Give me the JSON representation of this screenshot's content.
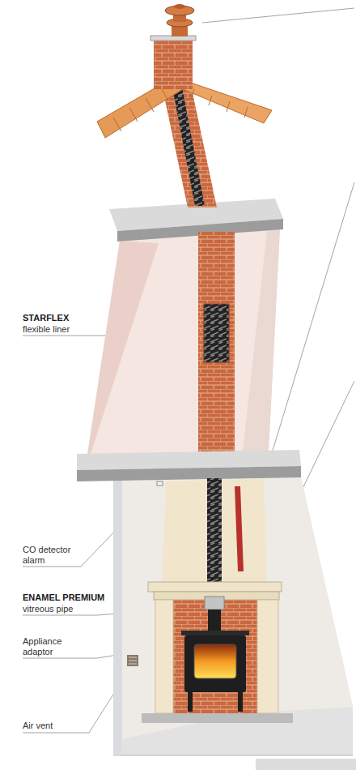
{
  "diagram": {
    "labels": [
      "STARFLEX",
      "flexible liner",
      "CO detector alarm",
      "ENAMEL PREMIUM",
      "vitreous pipe",
      "Appliance adaptor",
      "Air vent"
    ]
  }
}
